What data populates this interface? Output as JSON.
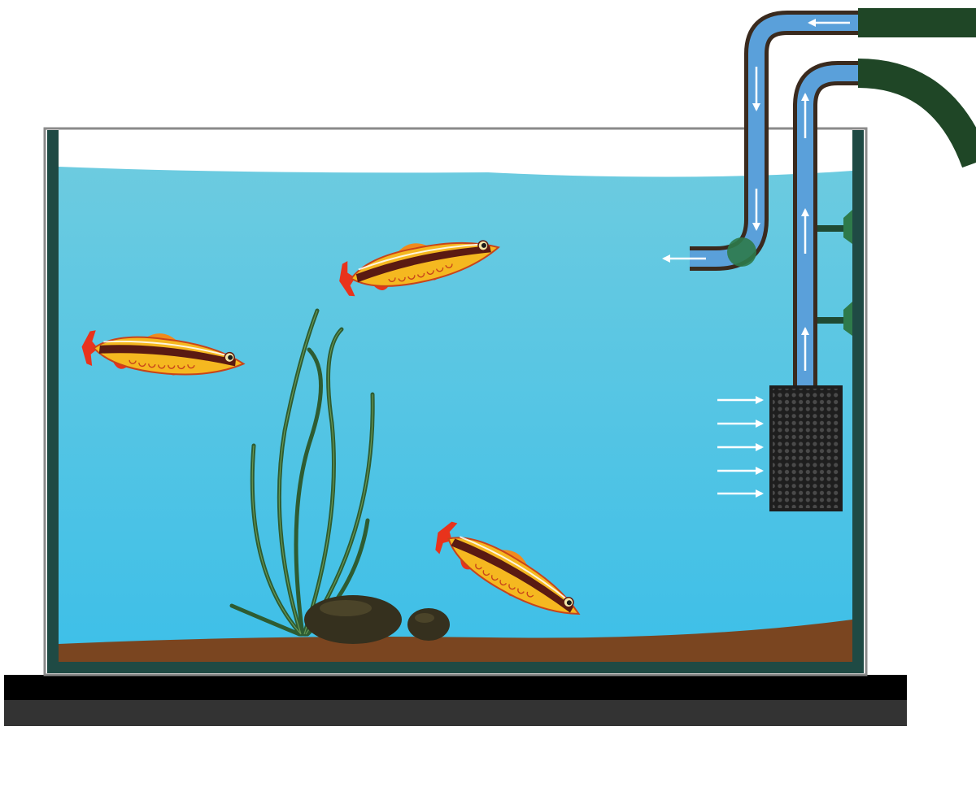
{
  "diagram": {
    "subject": "aquarium-canister-filter",
    "components": [
      "tank",
      "water",
      "substrate",
      "plant",
      "rocks",
      "fish",
      "intake-strainer",
      "intake-pipe",
      "outflow-pipe",
      "hoses",
      "suction-cup-clips",
      "stand"
    ],
    "fish_count": 3,
    "rock_count": 2,
    "flow_arrows": {
      "outflow": 4,
      "intake_pipe": 3,
      "into_strainer": 5
    },
    "colors": {
      "water_top": "#6ccbe0",
      "water_bottom": "#3dbfe8",
      "tank_frame": "#1f4a44",
      "substrate": "#7a4520",
      "pipe_fill": "#5aa0da",
      "pipe_outline": "#3a2a1e",
      "hose": "#1f4626",
      "strainer": "#1e1e1e",
      "stand_top": "#000000",
      "stand_bottom": "#333333",
      "plant": "#2e5c32",
      "fish_body": "#f5b820",
      "fish_fin": "#e8331c",
      "fish_stripe": "#5a1a12",
      "arrow": "#ffffff"
    }
  }
}
